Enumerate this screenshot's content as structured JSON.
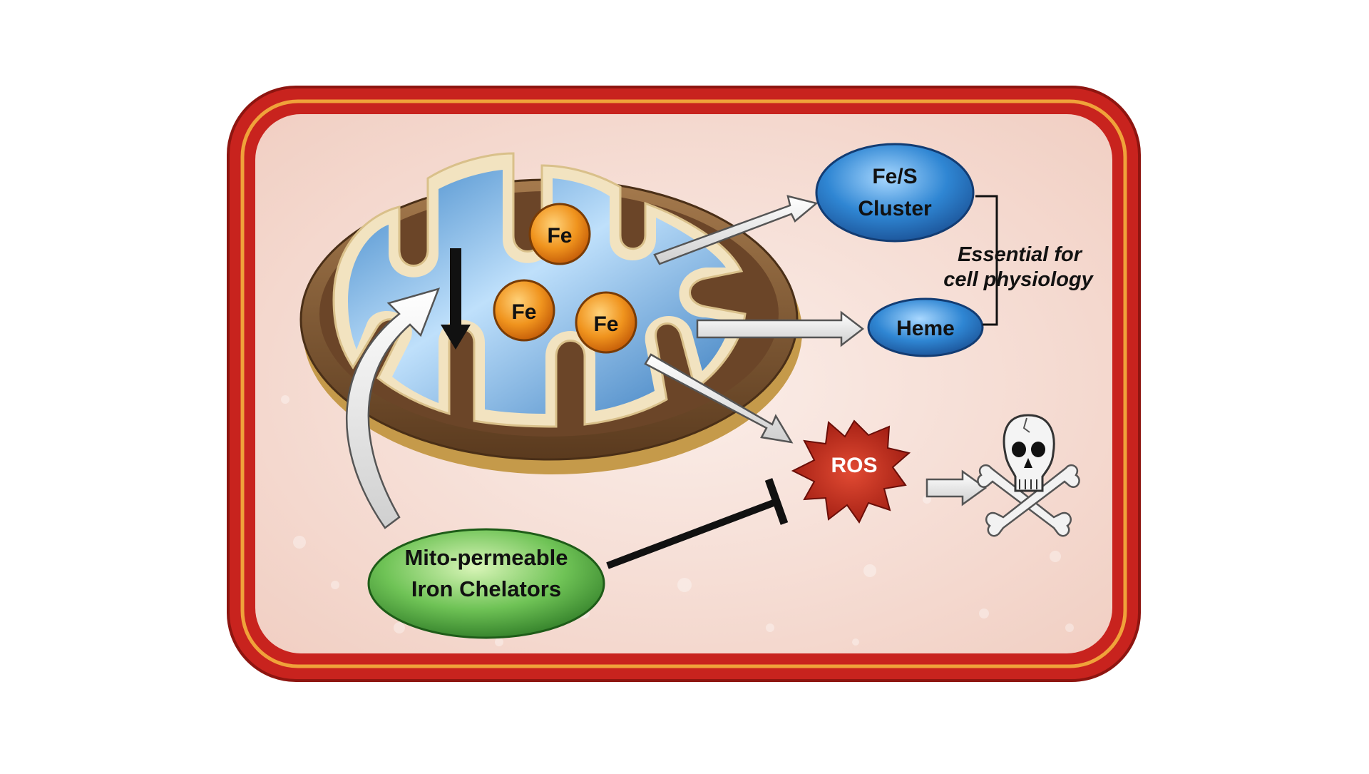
{
  "iron_labels": [
    "Fe",
    "Fe",
    "Fe"
  ],
  "products": {
    "fes_line1": "Fe/S",
    "fes_line2": "Cluster",
    "heme": "Heme"
  },
  "annotation": {
    "line1": "Essential for",
    "line2": "cell physiology"
  },
  "ros": "ROS",
  "chelators": {
    "line1": "Mito-permeable",
    "line2": "Iron Chelators"
  },
  "colors": {
    "cell_border": "#c8231e",
    "cell_inner_stripe": "#f0a23a",
    "cytoplasm": "#f6ded6",
    "mito_outer": "#7a5532",
    "matrix": "#5c9fd6",
    "iron": "#f0941e",
    "product_oval": "#2f86d3",
    "ros_star": "#b82418",
    "chelator_oval": "#5fb84a"
  },
  "icons": {
    "death": "skull-crossbones-icon"
  }
}
